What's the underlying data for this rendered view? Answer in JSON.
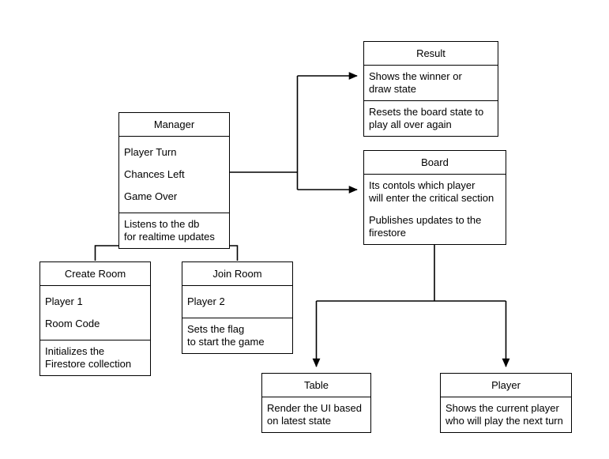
{
  "diagram": {
    "type": "class-diagram",
    "background_color": "#ffffff",
    "line_color": "#000000",
    "text_color": "#000000",
    "nodes": [
      {
        "id": "result",
        "title": "Result",
        "attributes": [],
        "operations": [
          "Shows the winner or\ndraw state",
          "Resets the board state to\nplay all over again"
        ]
      },
      {
        "id": "manager",
        "title": "Manager",
        "attributes": [
          "Player Turn",
          "Chances Left",
          "Game Over"
        ],
        "operations": [
          "Listens to the db\nfor realtime updates"
        ]
      },
      {
        "id": "board",
        "title": "Board",
        "attributes": [],
        "operations": [
          "Its contols which player\nwill enter the critical section",
          "Publishes updates to the\nfirestore"
        ]
      },
      {
        "id": "create-room",
        "title": "Create Room",
        "attributes": [
          "Player 1",
          "Room Code"
        ],
        "operations": [
          "Initializes the\nFirestore collection"
        ]
      },
      {
        "id": "join-room",
        "title": "Join Room",
        "attributes": [
          "Player 2"
        ],
        "operations": [
          "Sets the flag\nto start the game"
        ]
      },
      {
        "id": "table",
        "title": "Table",
        "attributes": [],
        "operations": [
          "Render the UI based\non latest state"
        ]
      },
      {
        "id": "player",
        "title": "Player",
        "attributes": [],
        "operations": [
          "Shows the current player\nwho will play the next turn"
        ]
      }
    ],
    "edges": [
      {
        "id": "manager-to-result",
        "from": "manager",
        "to": "result",
        "arrow": "open-arrow-end"
      },
      {
        "id": "manager-to-board",
        "from": "manager",
        "to": "board",
        "arrow": "open-arrow-end"
      },
      {
        "id": "create-room-to-manager",
        "from": "create-room",
        "to": "manager",
        "arrow": "open-arrow-end"
      },
      {
        "id": "join-room-to-manager",
        "from": "join-room",
        "to": "manager",
        "arrow": "open-arrow-end"
      },
      {
        "id": "board-to-table",
        "from": "board",
        "to": "table",
        "arrow": "open-arrow-end"
      },
      {
        "id": "board-to-player",
        "from": "board",
        "to": "player",
        "arrow": "open-arrow-end"
      }
    ]
  }
}
